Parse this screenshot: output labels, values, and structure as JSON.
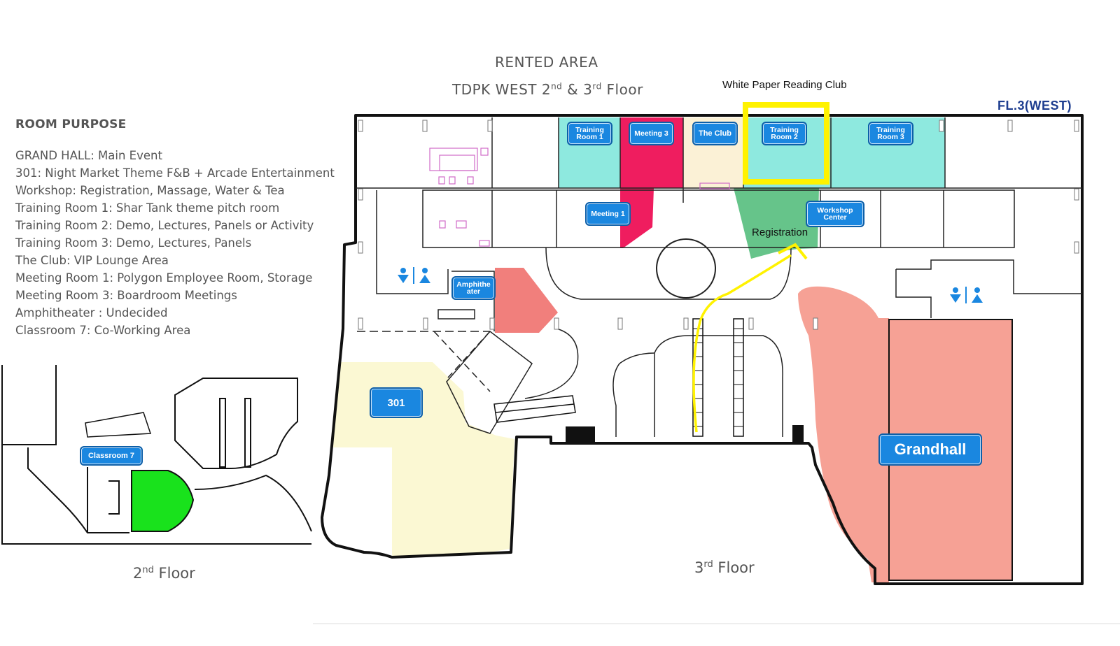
{
  "header": {
    "line1": "RENTED AREA",
    "line2_prefix": "TDPK WEST 2",
    "line2_sup1": "nd",
    "line2_mid": " & 3",
    "line2_sup2": "rd",
    "line2_suffix": " Floor"
  },
  "note_top": "White Paper Reading Club",
  "floor_code": "FL.3(WEST)",
  "legend": {
    "title": "ROOM PURPOSE",
    "items": [
      "GRAND HALL: Main Event",
      "301: Night Market Theme F&B + Arcade Entertainment",
      "Workshop: Registration, Massage, Water & Tea",
      "Training Room 1: Shar Tank theme pitch room",
      "Training Room 2: Demo, Lectures, Panels or Activity",
      "Training Room 3: Demo, Lectures, Panels",
      "The Club: VIP Lounge Area",
      "Meeting Room 1: Polygon Employee Room, Storage",
      "Meeting Room 3: Boardroom Meetings",
      "Amphitheater : Undecided",
      "Classroom 7: Co-Working Area"
    ]
  },
  "rooms": {
    "training1": "Training Room 1",
    "meeting3": "Meeting 3",
    "club": "The Club",
    "training2": "Training Room 2",
    "training3": "Training Room 3",
    "meeting1": "Meeting 1",
    "workshop": "Workshop Center",
    "registration": "Registration",
    "amphitheater": "Amphithe ater",
    "r301": "301",
    "grandhall": "Grandhall",
    "classroom7": "Classroom 7"
  },
  "floors": {
    "second_num": "2",
    "second_sup": "nd",
    "second_word": " Floor",
    "third_num": "3",
    "third_sup": "rd",
    "third_word": " Floor"
  },
  "colors": {
    "training_teal": "#8ee9df",
    "meeting3_magenta": "#ef1d5f",
    "club_cream": "#fbf1d6",
    "registration_green": "#66c48a",
    "amphi_salmon": "#f17f7c",
    "r301_yellow": "#fbf8d3",
    "grandhall_salmon": "#f6a195",
    "classroom7_green": "#19e21c",
    "highlight_yellow": "#fff200",
    "badge_blue": "#1a87e0"
  }
}
